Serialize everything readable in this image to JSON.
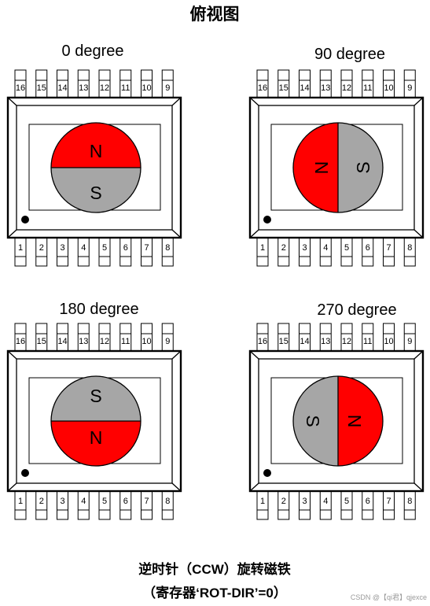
{
  "title": "俯视图",
  "pins": {
    "top": [
      "16",
      "15",
      "14",
      "13",
      "12",
      "11",
      "10",
      "9"
    ],
    "bottom": [
      "1",
      "2",
      "3",
      "4",
      "5",
      "6",
      "7",
      "8"
    ]
  },
  "poles": {
    "north": "N",
    "south": "S"
  },
  "views": [
    {
      "label": "0 degree",
      "angle_deg": 0
    },
    {
      "label": "90 degree",
      "angle_deg": 90
    },
    {
      "label": "180 degree",
      "angle_deg": 180
    },
    {
      "label": "270 degree",
      "angle_deg": 270
    }
  ],
  "caption": {
    "line1": "逆时针（CCW）旋转磁铁",
    "line2": "（寄存器‘ROT-DIR’=0）"
  },
  "watermark": "CSDN @【qi君】qjexce",
  "colors": {
    "north_pole": "#FF0000",
    "south_pole": "#A6A6A6",
    "outline": "#000000",
    "pin1_marker": "#000000"
  }
}
